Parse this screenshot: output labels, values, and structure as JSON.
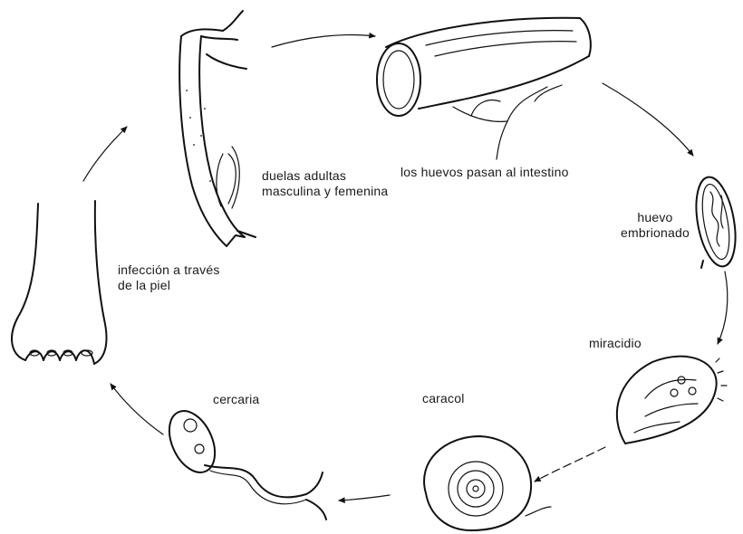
{
  "labels": {
    "adult_flukes": "duelas adultas\nmasculina y femenina",
    "eggs_to_intestine": "los huevos pasan al intestino",
    "embryonated_egg": "huevo\nembrionado",
    "miracidium": "miracidio",
    "snail": "caracol",
    "cercaria": "cercaria",
    "skin_infection": "infección a través\nde la piel"
  },
  "icons": [
    "adult-flukes-icon",
    "intestine-icon",
    "embryonated-egg-icon",
    "miracidium-icon",
    "snail-icon",
    "cercaria-icon",
    "foot-icon"
  ],
  "colors": {
    "ink": "#111111",
    "background": "#ffffff"
  }
}
